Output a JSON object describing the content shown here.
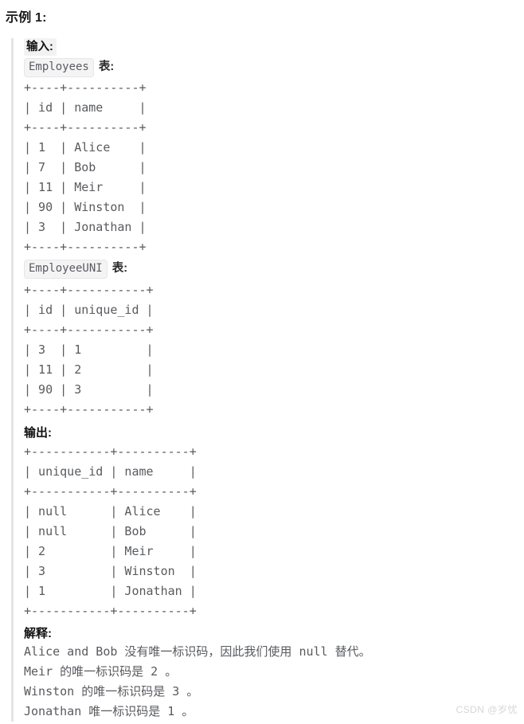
{
  "page": {
    "title": "示例 1:"
  },
  "input_section": {
    "label": "输入:",
    "tables": [
      {
        "name": "Employees",
        "suffix": "表:",
        "ascii": "+----+----------+\n| id | name     |\n+----+----------+\n| 1  | Alice    |\n| 7  | Bob      |\n| 11 | Meir     |\n| 90 | Winston  |\n| 3  | Jonathan |\n+----+----------+",
        "columns": [
          "id",
          "name"
        ],
        "rows": [
          [
            "1",
            "Alice"
          ],
          [
            "7",
            "Bob"
          ],
          [
            "11",
            "Meir"
          ],
          [
            "90",
            "Winston"
          ],
          [
            "3",
            "Jonathan"
          ]
        ]
      },
      {
        "name": "EmployeeUNI",
        "suffix": "表:",
        "ascii": "+----+-----------+\n| id | unique_id |\n+----+-----------+\n| 3  | 1         |\n| 11 | 2         |\n| 90 | 3         |\n+----+-----------+",
        "columns": [
          "id",
          "unique_id"
        ],
        "rows": [
          [
            "3",
            "1"
          ],
          [
            "11",
            "2"
          ],
          [
            "90",
            "3"
          ]
        ]
      }
    ]
  },
  "output_section": {
    "label": "输出:",
    "table": {
      "ascii": "+-----------+----------+\n| unique_id | name     |\n+-----------+----------+\n| null      | Alice    |\n| null      | Bob      |\n| 2         | Meir     |\n| 3         | Winston  |\n| 1         | Jonathan |\n+-----------+----------+",
      "columns": [
        "unique_id",
        "name"
      ],
      "rows": [
        [
          "null",
          "Alice"
        ],
        [
          "null",
          "Bob"
        ],
        [
          "2",
          "Meir"
        ],
        [
          "3",
          "Winston"
        ],
        [
          "1",
          "Jonathan"
        ]
      ]
    }
  },
  "explanation_section": {
    "label": "解释:",
    "text": "Alice and Bob 没有唯一标识码，因此我们使用 null 替代。\nMeir 的唯一标识码是 2 。\nWinston 的唯一标识码是 3 。\nJonathan 唯一标识码是 1 。",
    "lines": [
      "Alice and Bob 没有唯一标识码，因此我们使用 null 替代。",
      "Meir 的唯一标识码是 2 。",
      "Winston 的唯一标识码是 3 。",
      "Jonathan 唯一标识码是 1 。"
    ]
  },
  "watermark": {
    "text": "CSDN @岁忧"
  }
}
